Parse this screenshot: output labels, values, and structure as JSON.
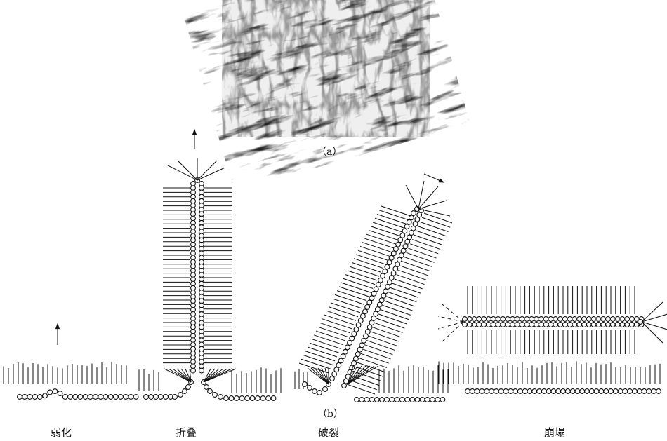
{
  "figure": {
    "caption_a": "（a）",
    "caption_b": "（b）",
    "stages": [
      {
        "id": "weaken",
        "label": "弱化"
      },
      {
        "id": "fold",
        "label": "折叠"
      },
      {
        "id": "fracture",
        "label": "破裂"
      },
      {
        "id": "collapse",
        "label": "崩塌"
      }
    ]
  },
  "colors": {
    "ink": "#111111",
    "photo_bg": "#ececec"
  }
}
